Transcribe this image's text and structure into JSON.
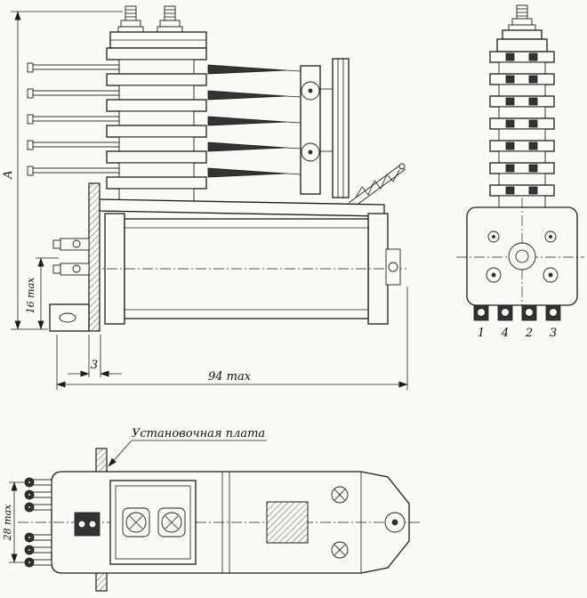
{
  "labels": {
    "dim_a": "A",
    "dim_16_max": "16 max",
    "dim_3": "3",
    "dim_94_max": "94 max",
    "dim_28_max": "28 max",
    "mounting_plate_note": "Установочная плата",
    "terminals": [
      "1",
      "4",
      "2",
      "3"
    ]
  },
  "colors": {
    "line": "#1c1c1c",
    "paper": "#fbfaf7",
    "dark_fill": "#333333"
  }
}
